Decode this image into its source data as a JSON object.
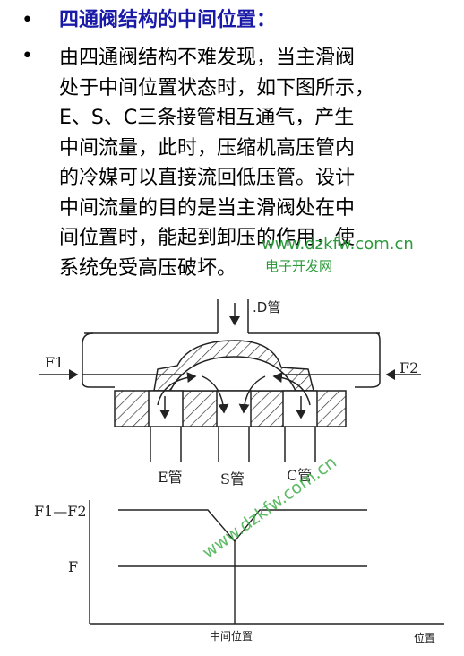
{
  "heading": {
    "bullet": "•",
    "text": "四通阀结构的中间位置："
  },
  "paragraph": {
    "bullet": "•",
    "lines": [
      "由四通阀结构不难发现，当主滑阀",
      "处于中间位置状态时，如下图所示，",
      "E、S、C三条接管相互通气，产生",
      "中间流量，此时，压缩机高压管内",
      "的冷媒可以直接流回低压管。设计",
      "中间流量的目的是当主滑阀处在中",
      "间位置时，能起到卸压的作用，使",
      "系统免受高压破坏。"
    ]
  },
  "watermark": {
    "url": "www.dzkfw.com.cn",
    "site_name": "电子开发网",
    "url_diagonal": "www.dzkfw.com.cn"
  },
  "valve_diagram": {
    "d_pipe_label": ".D管",
    "f1_label": "F1",
    "f2_label": "F2",
    "e_pipe_label": "E管",
    "s_pipe_label": "S管",
    "c_pipe_label": "C管"
  },
  "force_graph": {
    "label_f1_f2": "F1—F2",
    "label_f": "F",
    "label_middle": "中间位置",
    "label_position": "位置"
  }
}
